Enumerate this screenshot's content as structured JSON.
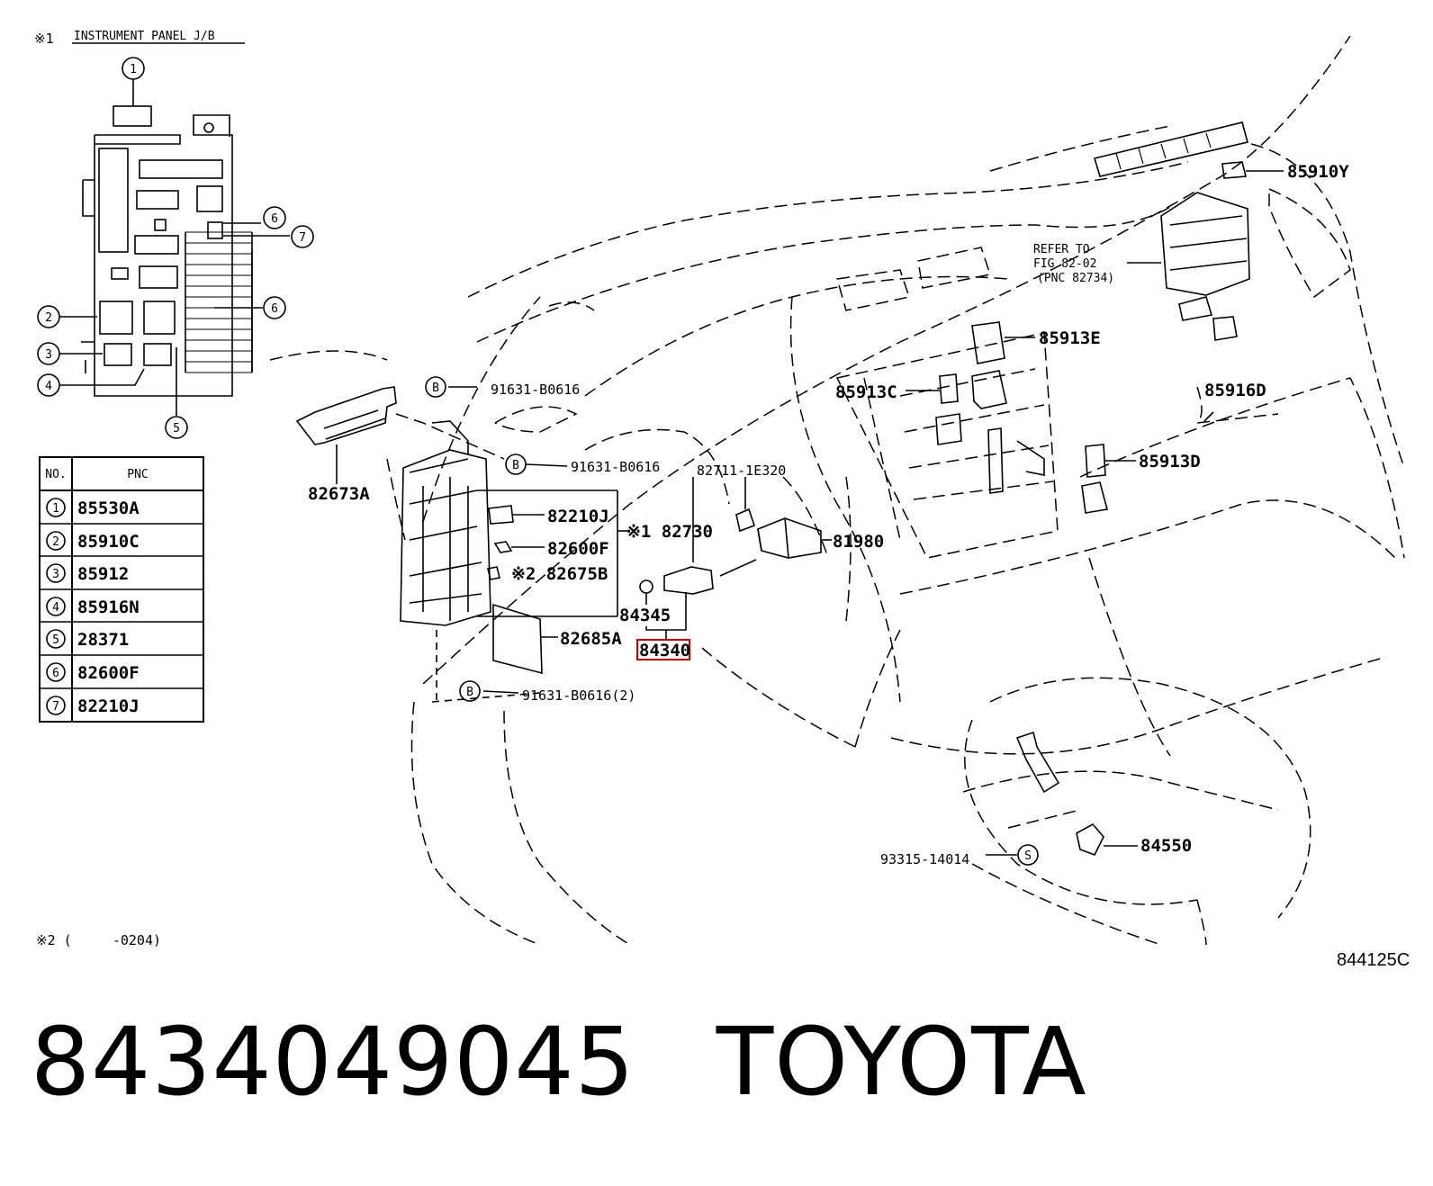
{
  "inset": {
    "note_mark": "※1",
    "title": "INSTRUMENT PANEL J/B",
    "callouts": [
      "1",
      "2",
      "3",
      "4",
      "5",
      "6",
      "7",
      "6"
    ]
  },
  "table": {
    "headers": [
      "NO.",
      "PNC"
    ],
    "rows": [
      {
        "no": "1",
        "pnc": "85530A"
      },
      {
        "no": "2",
        "pnc": "85910C"
      },
      {
        "no": "3",
        "pnc": "85912"
      },
      {
        "no": "4",
        "pnc": "85916N"
      },
      {
        "no": "5",
        "pnc": "28371"
      },
      {
        "no": "6",
        "pnc": "82600F"
      },
      {
        "no": "7",
        "pnc": "82210J"
      }
    ]
  },
  "note2": "※2 (     -0204)",
  "labels": {
    "b1": "91631-B0616",
    "b2": "91631-B0616",
    "b3": "91631-B0616(2)",
    "p82673A": "82673A",
    "p82210J": "82210J",
    "p82600F": "82600F",
    "p82675B": "※2 82675B",
    "p82730": "※1 82730",
    "p82711": "82711-1E320",
    "p81980": "81980",
    "p84345": "84345",
    "p84340": "84340",
    "p82685A": "82685A",
    "p85910Y": "85910Y",
    "refer1": "REFER TO",
    "refer2": "FIG 82-02",
    "refer3": "(PNC 82734)",
    "p85913E": "85913E",
    "p85913C": "85913C",
    "p85916D": "85916D",
    "p85913D": "85913D",
    "p93315": "93315-14014",
    "p84550": "84550",
    "circle_b": "B",
    "circle_s": "S"
  },
  "figure_code": "844125C",
  "footer": {
    "part_number": "8434049045",
    "brand": "TOYOTA"
  },
  "colors": {
    "highlight": "#cc0000",
    "ink": "#000000"
  }
}
